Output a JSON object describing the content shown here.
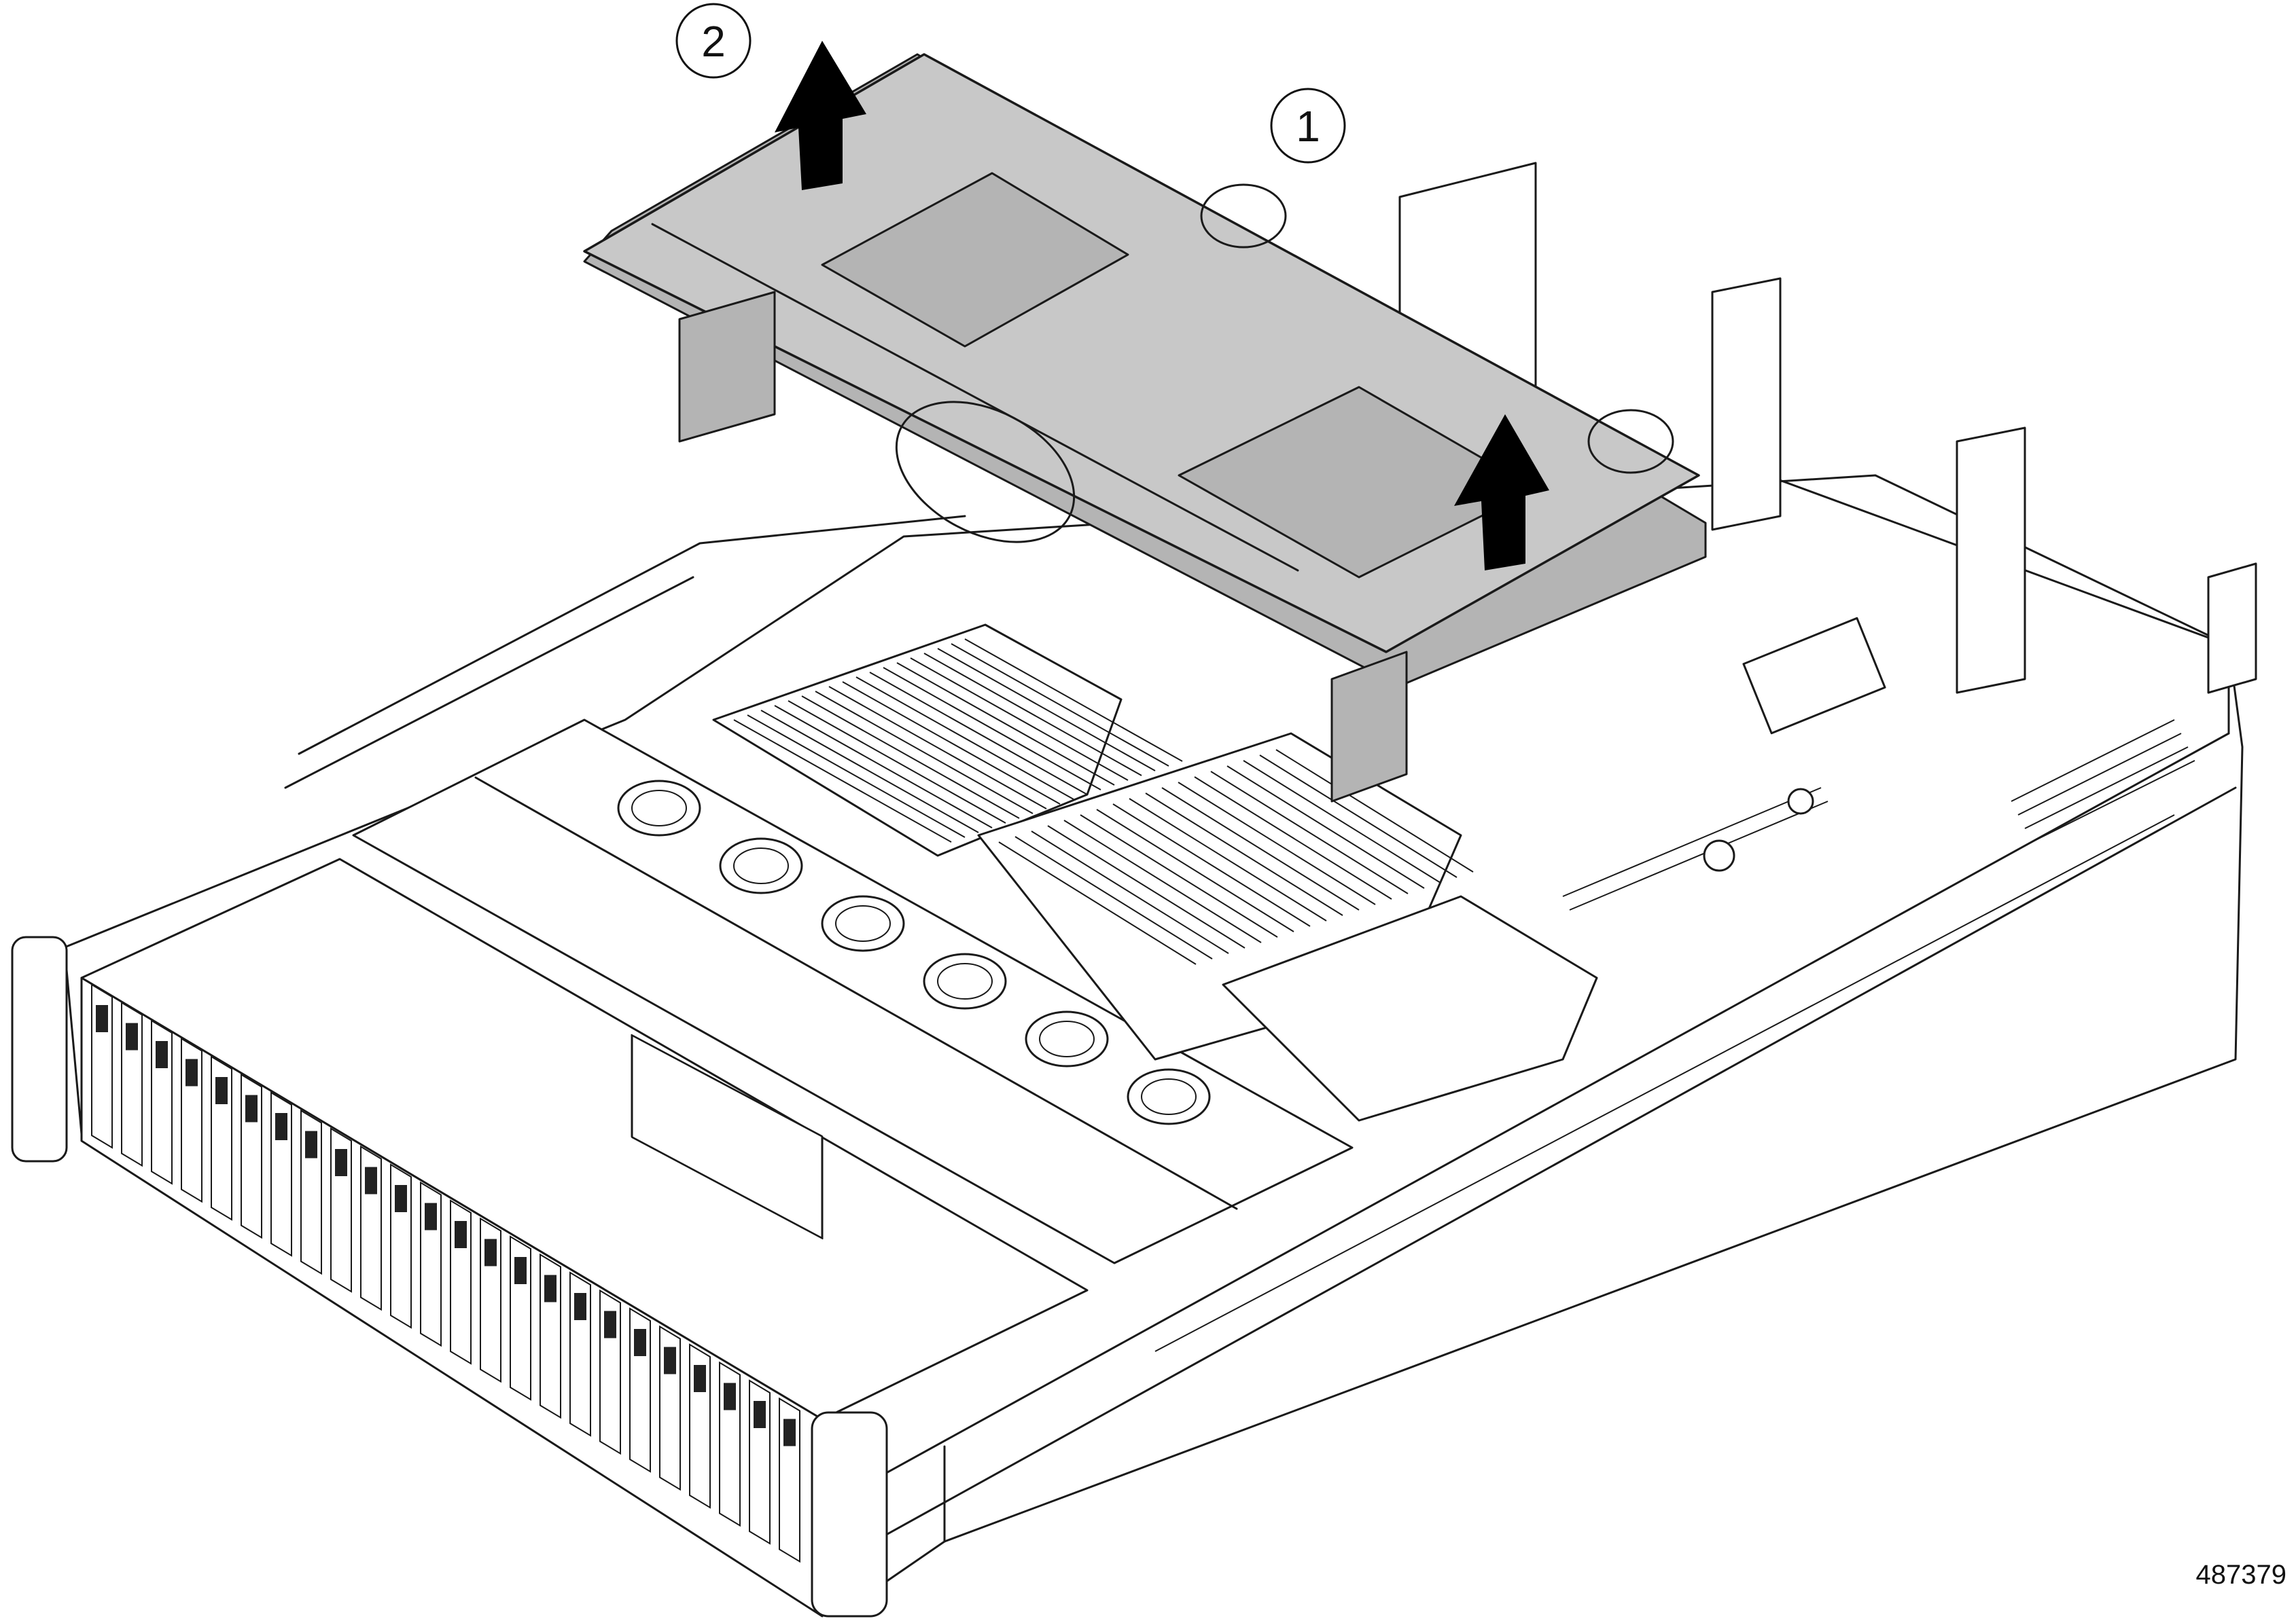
{
  "callouts": [
    {
      "number": "1",
      "target": "thumb-grip-notches"
    },
    {
      "number": "2",
      "target": "lift-direction"
    }
  ],
  "figure_id": "487379",
  "colors": {
    "line": "#1a1a1a",
    "cover": "#c8c8c8",
    "background": "#ffffff",
    "arrow": "#000000"
  }
}
